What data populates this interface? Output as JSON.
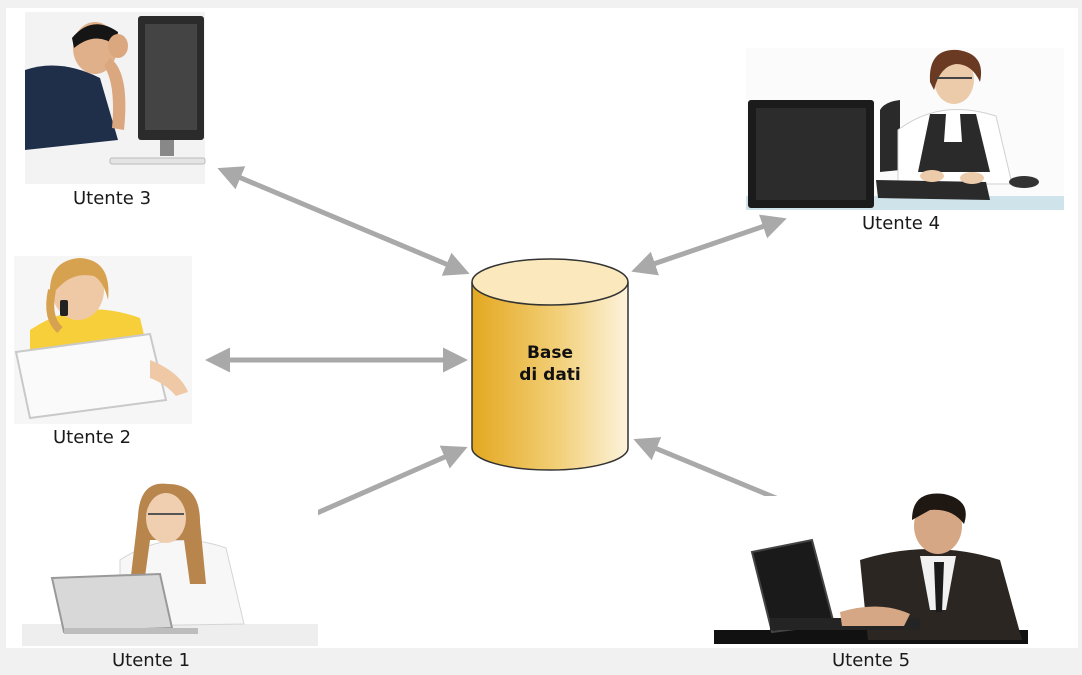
{
  "diagram": {
    "database": {
      "line1": "Base",
      "line2": "di dati"
    },
    "users": [
      {
        "id": "utente-1",
        "label": "Utente 1"
      },
      {
        "id": "utente-2",
        "label": "Utente 2"
      },
      {
        "id": "utente-3",
        "label": "Utente 3"
      },
      {
        "id": "utente-4",
        "label": "Utente 4"
      },
      {
        "id": "utente-5",
        "label": "Utente 5"
      }
    ]
  },
  "colors": {
    "cylinder_dark": "#e3a820",
    "cylinder_light": "#fdf3dc",
    "arrow": "#a9a9a9"
  }
}
